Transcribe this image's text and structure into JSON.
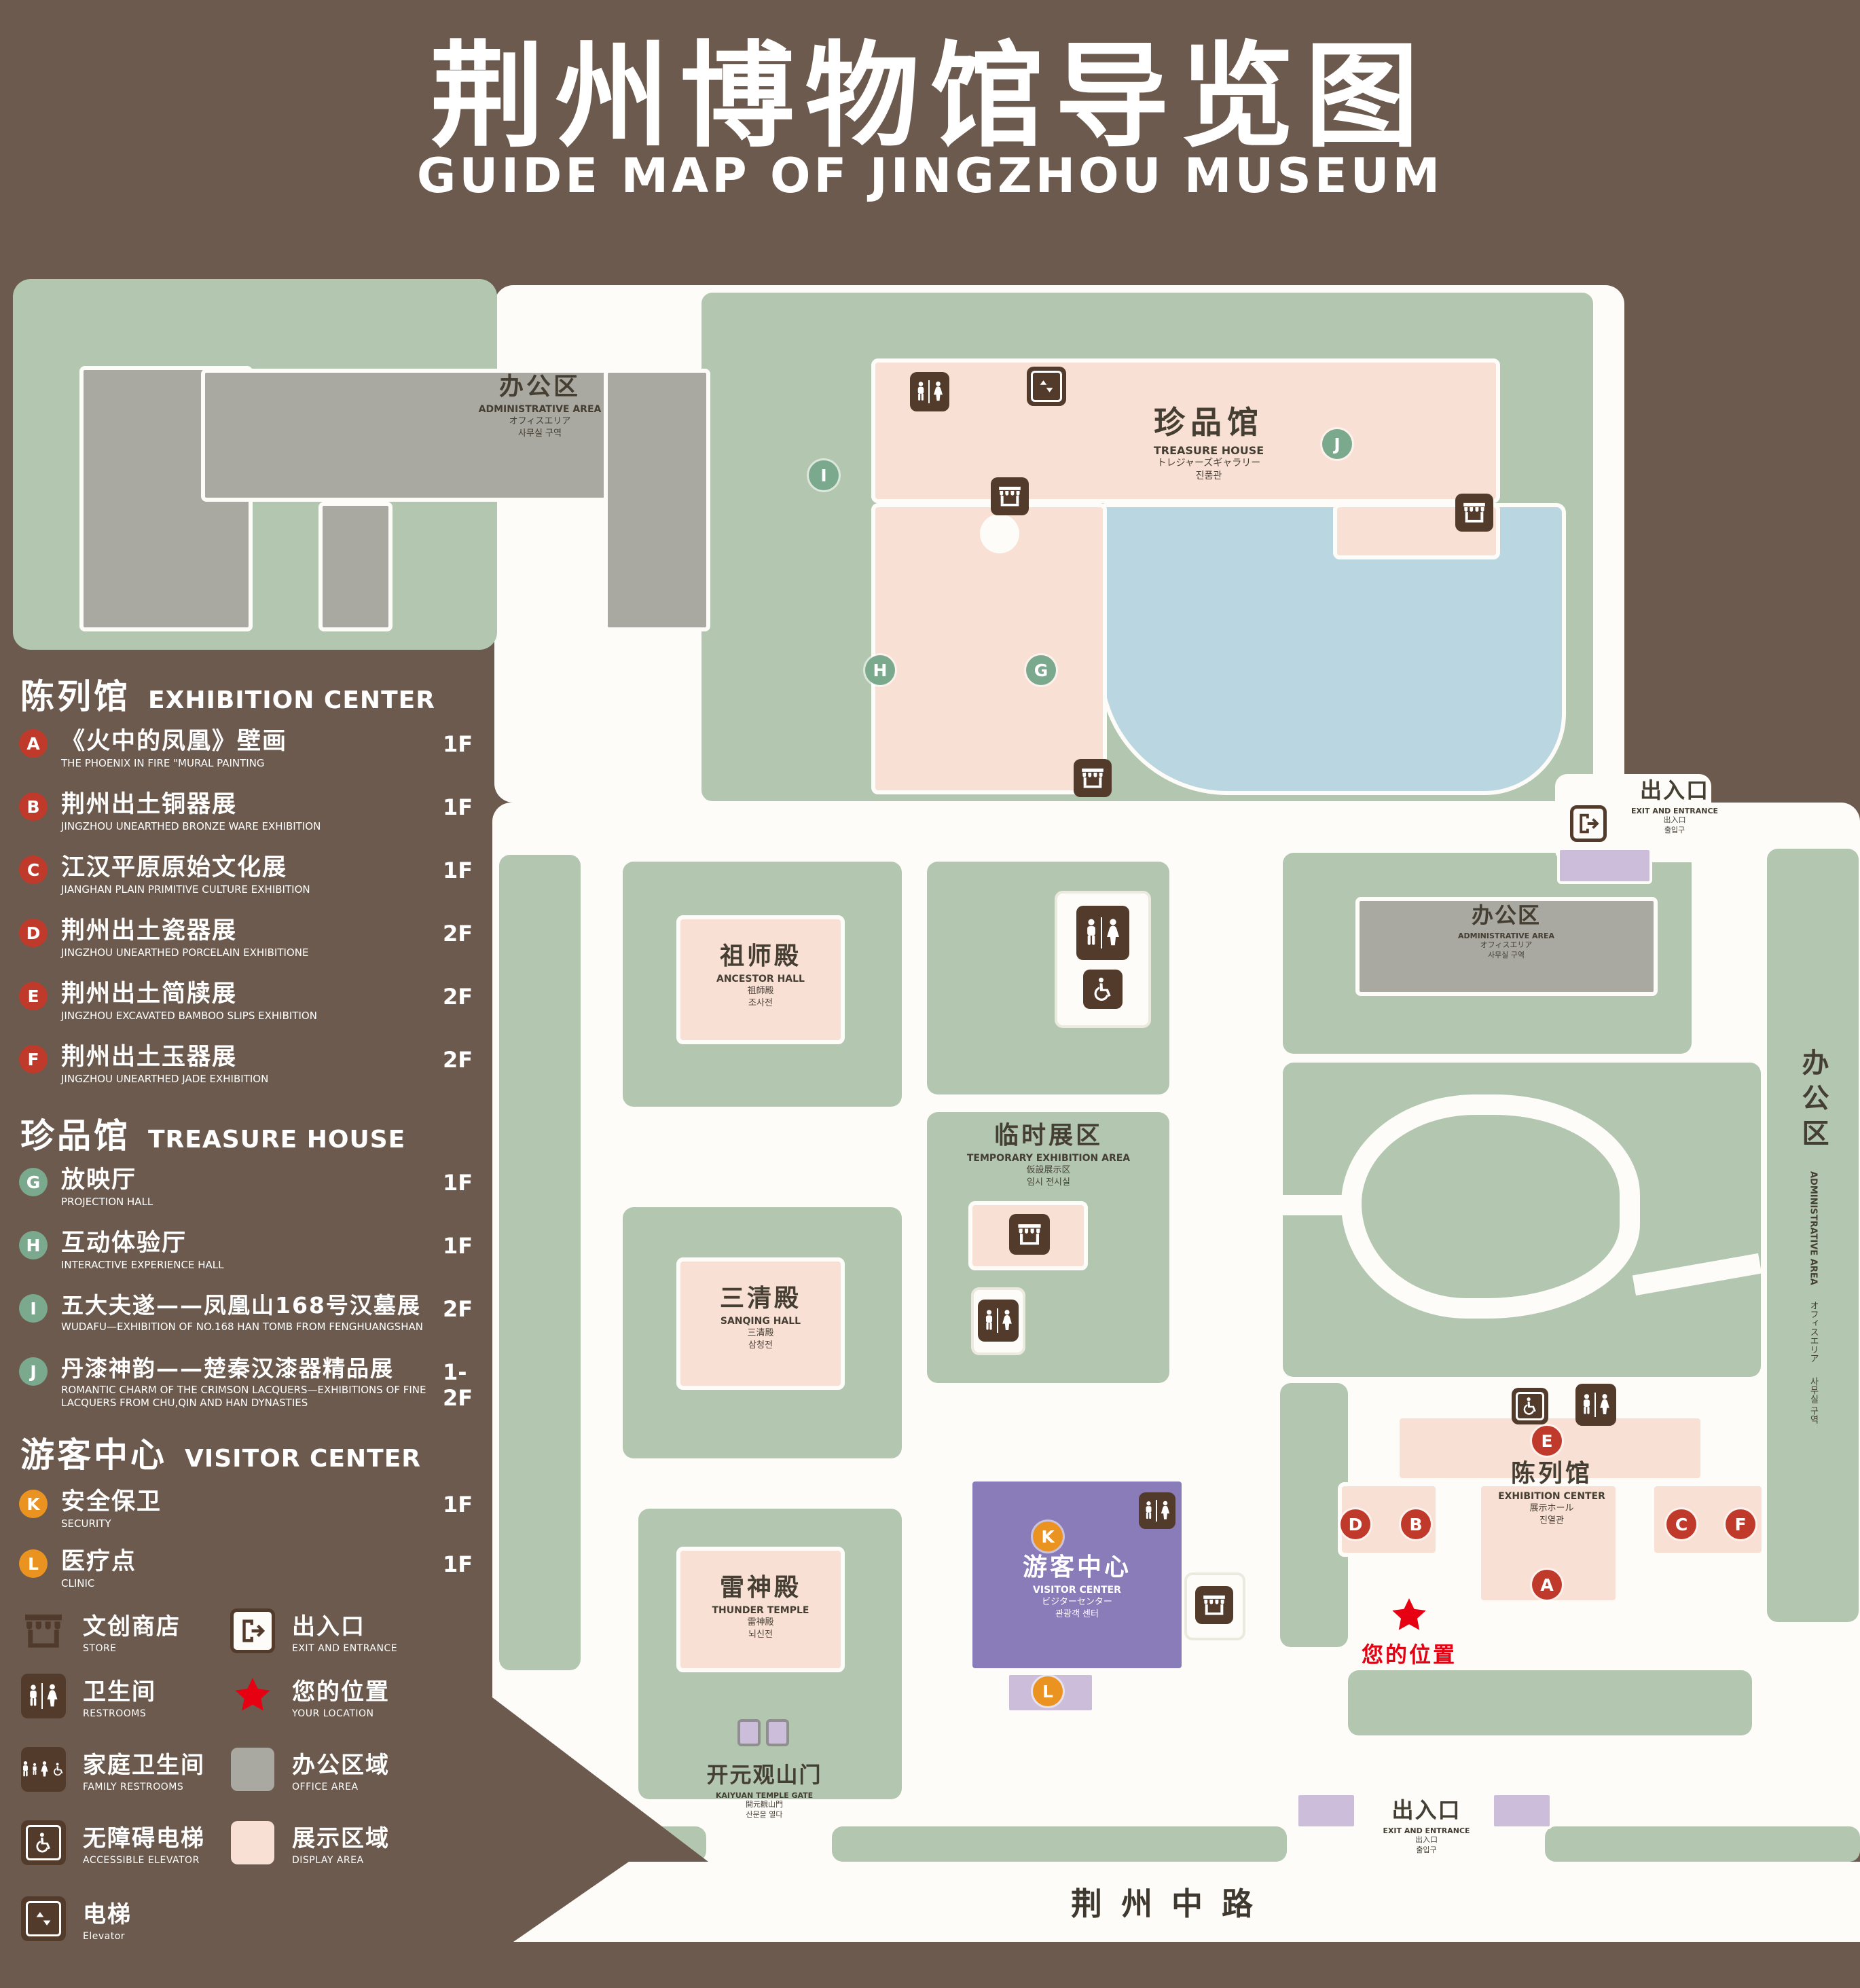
{
  "header": {
    "title_zh": "荆州博物馆导览图",
    "title_en": "GUIDE MAP OF JINGZHOU MUSEUM"
  },
  "legend": {
    "sections": [
      {
        "zh": "陈列馆",
        "en": "EXHIBITION CENTER",
        "items": [
          {
            "id": "A",
            "zh": "《火中的凤凰》壁画",
            "en": "THE PHOENIX IN FIRE \"MURAL PAINTING",
            "floor": "1F"
          },
          {
            "id": "B",
            "zh": "荆州出土铜器展",
            "en": "JINGZHOU UNEARTHED BRONZE WARE EXHIBITION",
            "floor": "1F"
          },
          {
            "id": "C",
            "zh": "江汉平原原始文化展",
            "en": "JIANGHAN PLAIN PRIMITIVE CULTURE EXHIBITION",
            "floor": "1F"
          },
          {
            "id": "D",
            "zh": "荆州出土瓷器展",
            "en": "JINGZHOU UNEARTHED PORCELAIN EXHIBITIONE",
            "floor": "2F"
          },
          {
            "id": "E",
            "zh": "荆州出土简牍展",
            "en": "JINGZHOU EXCAVATED BAMBOO SLIPS EXHIBITION",
            "floor": "2F"
          },
          {
            "id": "F",
            "zh": "荆州出土玉器展",
            "en": "JINGZHOU UNEARTHED JADE EXHIBITION",
            "floor": "2F"
          }
        ]
      },
      {
        "zh": "珍品馆",
        "en": "TREASURE HOUSE",
        "items": [
          {
            "id": "G",
            "zh": "放映厅",
            "en": "PROJECTION HALL",
            "floor": "1F"
          },
          {
            "id": "H",
            "zh": "互动体验厅",
            "en": "INTERACTIVE EXPERIENCE HALL",
            "floor": "1F"
          },
          {
            "id": "I",
            "zh": "五大夫遂——凤凰山168号汉墓展",
            "en": "WUDAFU—EXHIBITION OF NO.168 HAN TOMB FROM FENGHUANGSHAN",
            "floor": "2F"
          },
          {
            "id": "J",
            "zh": "丹漆神韵——楚秦汉漆器精品展",
            "en": "ROMANTIC CHARM OF THE CRIMSON LACQUERS—EXHIBITIONS OF FINE LACQUERS FROM CHU,QIN AND HAN DYNASTIES",
            "floor": "1-2F"
          }
        ]
      },
      {
        "zh": "游客中心",
        "en": "VISITOR CENTER",
        "items": [
          {
            "id": "K",
            "zh": "安全保卫",
            "en": "SECURITY",
            "floor": "1F"
          },
          {
            "id": "L",
            "zh": "医疗点",
            "en": "CLINIC",
            "floor": "1F"
          }
        ]
      }
    ],
    "symbols": {
      "col1": [
        {
          "zh": "文创商店",
          "en": "STORE"
        },
        {
          "zh": "卫生间",
          "en": "RESTROOMS"
        },
        {
          "zh": "家庭卫生间",
          "en": "FAMILY RESTROOMS"
        },
        {
          "zh": "无障碍电梯",
          "en": "ACCESSIBLE ELEVATOR"
        },
        {
          "zh": "电梯",
          "en": "Elevator"
        }
      ],
      "col2": [
        {
          "zh": "出入口",
          "en": "EXIT AND ENTRANCE"
        },
        {
          "zh": "您的位置",
          "en": "YOUR LOCATION"
        },
        {
          "zh": "办公区域",
          "en": "OFFICE AREA"
        },
        {
          "zh": "展示区域",
          "en": "DISPLAY AREA"
        }
      ]
    }
  },
  "map": {
    "admin_nw": {
      "zh": "办公区",
      "en": "ADMINISTRATIVE AREA",
      "ja": "オフィスエリア",
      "ko": "사무실 구역"
    },
    "treasure_house": {
      "zh": "珍品馆",
      "en": "TREASURE HOUSE",
      "ja": "トレジャーズギャラリー",
      "ko": "진품관"
    },
    "exit_ne": {
      "zh": "出入口",
      "en": "EXIT AND ENTRANCE",
      "ja": "出入口",
      "ko": "출입구"
    },
    "admin_e": {
      "zh": "办公区",
      "en": "ADMINISTRATIVE AREA",
      "ja": "オフィスエリア",
      "ko": "사무실 구역"
    },
    "admin_strip": {
      "zh": "办公区",
      "en": "ADMINISTRATIVE AREA",
      "ja": "オフィスエリア",
      "ko": "사무실 구역"
    },
    "ancestor_hall": {
      "zh": "祖师殿",
      "en": "ANCESTOR HALL",
      "ja": "祖師殿",
      "ko": "조사전"
    },
    "temporary_area": {
      "zh": "临时展区",
      "en": "TEMPORARY EXHIBITION AREA",
      "ja": "仮設展示区",
      "ko": "임시 전시실"
    },
    "sanqing_hall": {
      "zh": "三清殿",
      "en": "SANQING HALL",
      "ja": "三清殿",
      "ko": "삼청전"
    },
    "thunder_temple": {
      "zh": "雷神殿",
      "en": "THUNDER TEMPLE",
      "ja": "雷神殿",
      "ko": "뇌신전"
    },
    "visitor_center": {
      "zh": "游客中心",
      "en": "VISITOR CENTER",
      "ja": "ビジターセンター",
      "ko": "관광객 센터"
    },
    "exhibition_center": {
      "zh": "陈列馆",
      "en": "EXHIBITION CENTER",
      "ja": "展示ホール",
      "ko": "진열관"
    },
    "gate_s": {
      "zh": "开元观山门",
      "en": "KAIYUAN TEMPLE GATE",
      "ja": "開元観山門",
      "ko": "산문을 열다"
    },
    "exit_s": {
      "zh": "出入口",
      "en": "EXIT AND ENTRANCE",
      "ja": "出入口",
      "ko": "출입구"
    },
    "road": "荆州中路",
    "your_location": "您的位置",
    "markers": {
      "treasure": [
        "G",
        "H",
        "I",
        "J"
      ],
      "exhibition": [
        "A",
        "B",
        "C",
        "D",
        "E",
        "F"
      ],
      "visitor": [
        "K",
        "L"
      ]
    }
  },
  "colors": {
    "background": "#6b5a4d",
    "landscape_green": "#b3c7b0",
    "display_pink": "#f9e0d4",
    "office_gray": "#a9a8a1",
    "water_blue": "#bad6e0",
    "visitor_purple": "#8a7bb9",
    "entrance_lavender": "#ccbdda",
    "marker_red": "#c03a2c",
    "marker_green": "#7ba98e",
    "marker_orange": "#ea9320",
    "location_red": "#e60012",
    "icon_brown": "#533b2c"
  }
}
